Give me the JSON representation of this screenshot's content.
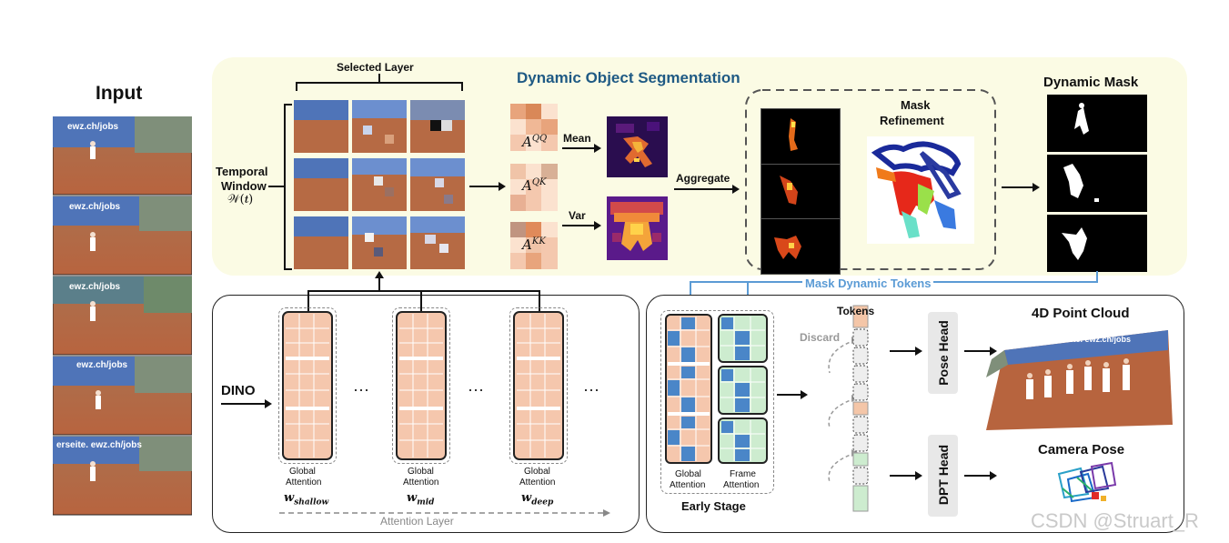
{
  "input": {
    "title": "Input",
    "frames": [
      "ewz.ch/jobs",
      "ewz.ch/jobs",
      "ewz.ch/jobs",
      "ewz.ch/jobs",
      "erseite. ewz.ch/jobs"
    ]
  },
  "dos": {
    "title": "Dynamic Object Segmentation",
    "selected_layer": "Selected Layer",
    "temporal_window_line1": "Temporal",
    "temporal_window_line2": "Window",
    "temporal_window_symbol": "𝒲(𝒕)",
    "attention_labels": [
      "A^QQ",
      "A^QK",
      "A^KK"
    ],
    "attention_main": [
      "A",
      "A",
      "A"
    ],
    "attention_sup": [
      "QQ",
      "QK",
      "KK"
    ],
    "mean_label": "Mean",
    "var_label": "Var",
    "aggregate_label": "Aggregate",
    "mask_refinement_line1": "Mask",
    "mask_refinement_line2": "Refinement",
    "dynamic_mask_title": "Dynamic Mask",
    "mask_dynamic_tokens": "Mask Dynamic Tokens"
  },
  "dino": {
    "label": "DINO",
    "columns": [
      {
        "caption_line1": "Global",
        "caption_line2": "Attention",
        "weight": "w",
        "weight_sub": "shallow"
      },
      {
        "caption_line1": "Global",
        "caption_line2": "Attention",
        "weight": "w",
        "weight_sub": "mid"
      },
      {
        "caption_line1": "Global",
        "caption_line2": "Attention",
        "weight": "w",
        "weight_sub": "deep"
      }
    ],
    "ellipsis": [
      "···",
      "···",
      "···"
    ],
    "attention_layer": "Attention Layer"
  },
  "right": {
    "global_attention_line1": "Global",
    "global_attention_line2": "Attention",
    "frame_attention_line1": "Frame",
    "frame_attention_line2": "Attention",
    "early_stage": "Early Stage",
    "discard": "Discard",
    "tokens": "Tokens",
    "pose_head": "Pose Head",
    "dpt_head": "DPT Head",
    "point_cloud_title": "4D Point Cloud",
    "camera_pose_title": "Camera Pose",
    "point_cloud_banner": "uf der Siegerseite. ewz.ch/jobs"
  },
  "watermark": "CSDN @Struart_R",
  "colors": {
    "panel_bg": "#fbfbe4",
    "title_blue": "#1f5a84",
    "token_orange": "#f4c6a8",
    "token_blue": "#4a86c8",
    "token_green": "#cdeccf",
    "mask_line_blue": "#5b9bd5"
  }
}
